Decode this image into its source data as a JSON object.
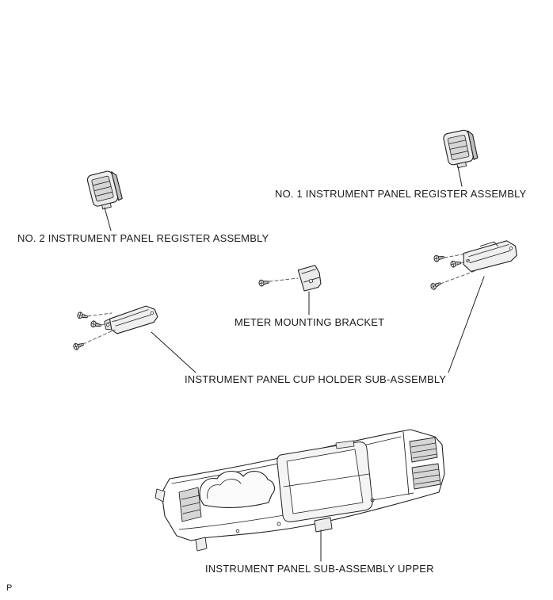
{
  "page": {
    "footer_mark": "P"
  },
  "diagram": {
    "labels": {
      "no1_register": "NO. 1 INSTRUMENT PANEL REGISTER ASSEMBLY",
      "no2_register": "NO. 2 INSTRUMENT PANEL REGISTER ASSEMBLY",
      "meter_bracket": "METER MOUNTING BRACKET",
      "cup_holder": "INSTRUMENT PANEL CUP HOLDER SUB-ASSEMBLY",
      "panel_upper": "INSTRUMENT PANEL SUB-ASSEMBLY UPPER"
    },
    "colors": {
      "line": "#231f20",
      "vent_shade": "#d6d6d6",
      "background": "#ffffff"
    }
  }
}
